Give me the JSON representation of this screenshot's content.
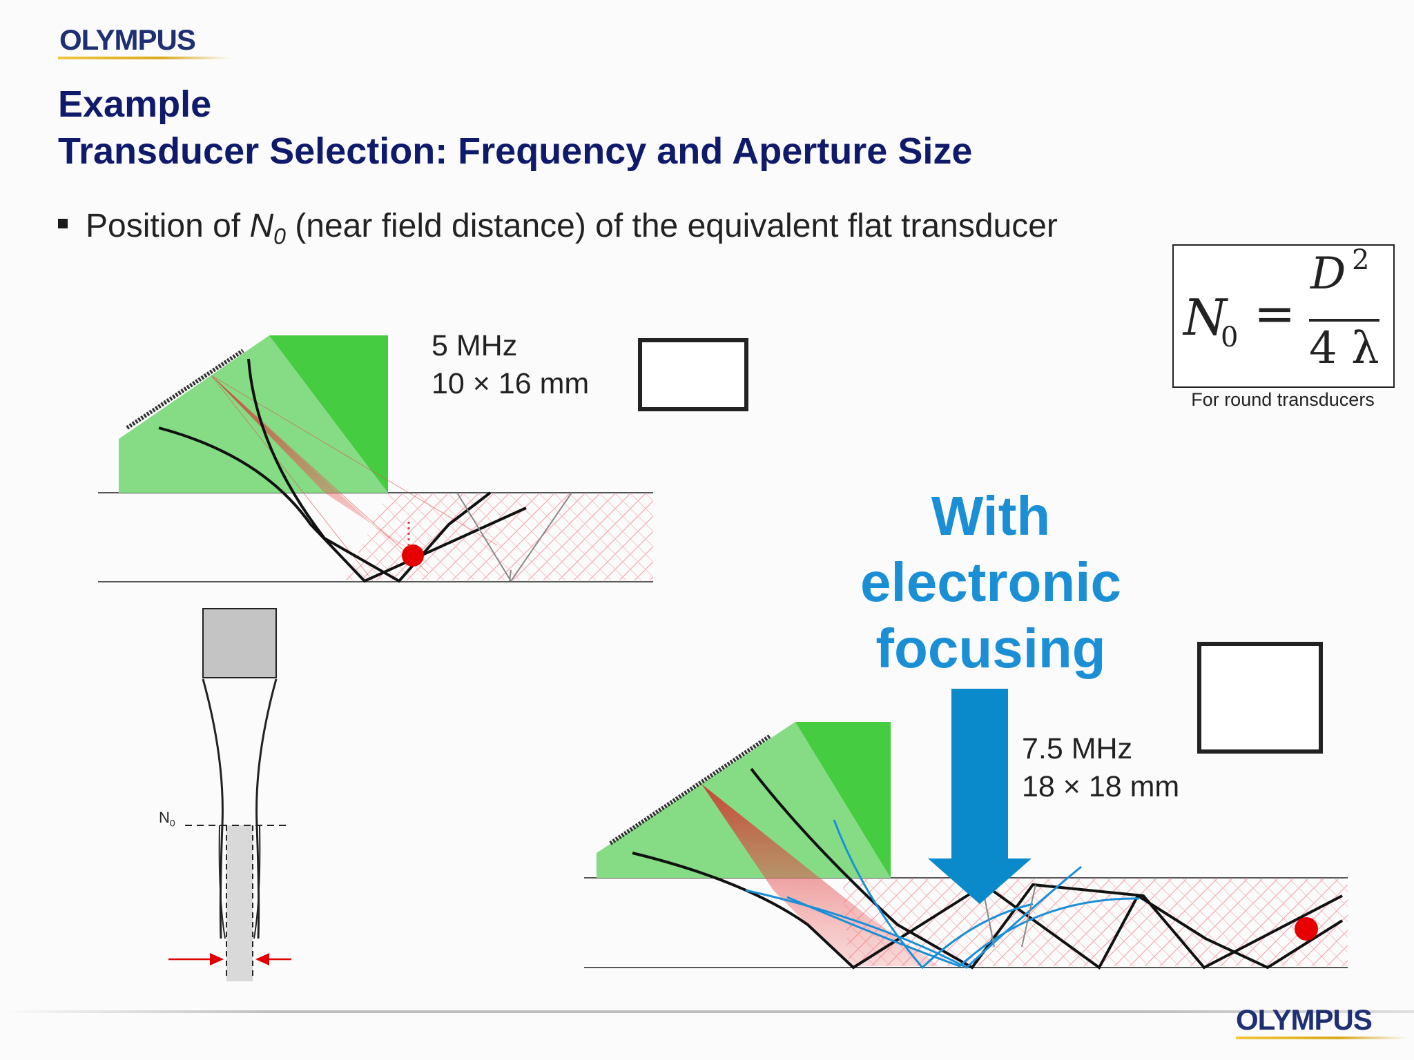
{
  "header": {
    "logo_text": "OLYMPUS",
    "title_line1": "Example",
    "title_line2": "Transducer Selection: Frequency and Aperture Size"
  },
  "bullet": {
    "prefix": "Position of ",
    "symbol": "N",
    "subscript": "0",
    "suffix": " (near field distance) of the equivalent flat transducer"
  },
  "formula": {
    "lhs": "N",
    "lhs_sub": "0",
    "equals": "=",
    "numerator": "D",
    "numerator_exp": "2",
    "denominator": "4 λ",
    "caption": "For round transducers"
  },
  "probe_top": {
    "frequency": "5 MHz",
    "aperture": "10 × 16 mm"
  },
  "probe_bottom": {
    "frequency": "7.5 MHz",
    "aperture": "18 × 18 mm"
  },
  "focus_label": {
    "line1": "With",
    "line2": "electronic",
    "line3": "focusing"
  },
  "beam_diagram": {
    "near_field_label": "N",
    "near_field_sub": "0"
  },
  "footer": {
    "logo_text": "OLYMPUS"
  },
  "colors": {
    "title": "#101a6b",
    "focus": "#1a8fd6",
    "wedge_light": "#85dc85",
    "wedge_dark": "#46cc40",
    "beam": "#e02020"
  }
}
